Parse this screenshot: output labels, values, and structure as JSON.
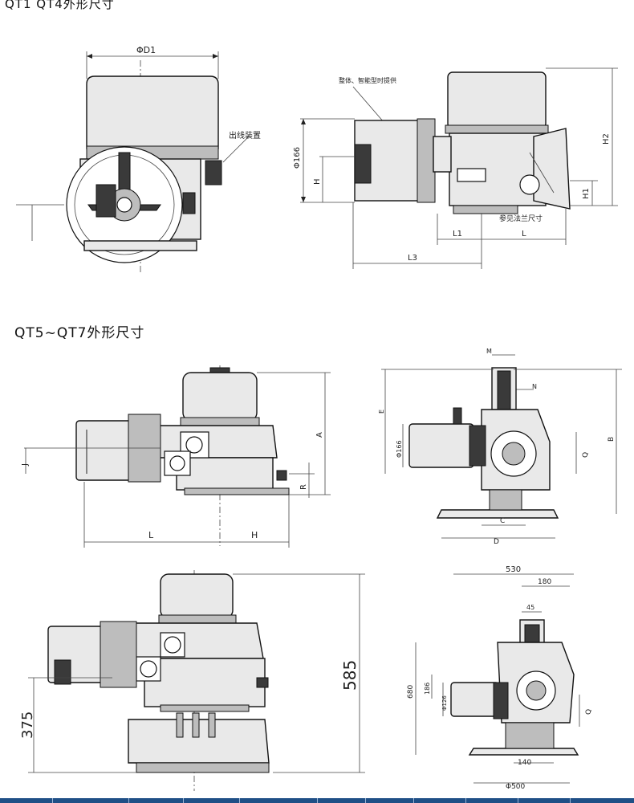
{
  "headings": {
    "qt1_qt4": "QT1 QT4外形尺寸",
    "qt5_qt7": "QT5~QT7外形尺寸"
  },
  "drawing_a": {
    "dim_d1": "ΦD1",
    "note_cable": "出线装置"
  },
  "drawing_b": {
    "note_motor": "整体、智能型时提供",
    "dim_166": "Φ166",
    "dim_h": "H",
    "dim_h1": "H1",
    "dim_h2": "H2",
    "dim_l1": "L1",
    "dim_l": "L",
    "dim_l3": "L3",
    "note_flange": "参见法兰尺寸"
  },
  "drawing_c": {
    "dim_a": "A",
    "dim_j": "J",
    "dim_r": "R",
    "dim_l": "L",
    "dim_h": "H"
  },
  "drawing_d": {
    "dim_m": "M",
    "dim_n": "N",
    "dim_e": "E",
    "dim_166": "Φ166",
    "dim_q": "Q",
    "dim_b": "B",
    "dim_c": "C",
    "dim_d": "D"
  },
  "drawing_e": {
    "dim_585": "585",
    "dim_375": "375"
  },
  "drawing_f": {
    "dim_530": "530",
    "dim_180": "180",
    "dim_45": "45",
    "dim_186": "186",
    "dim_680": "680",
    "dim_126": "Φ126",
    "dim_q": "Q",
    "dim_140": "140",
    "dim_500": "Φ500"
  },
  "colors": {
    "line": "#222222",
    "body_fill": "#e9e9e9",
    "dark_fill": "#3a3a3a",
    "footer_bar": "#1f4f86"
  }
}
